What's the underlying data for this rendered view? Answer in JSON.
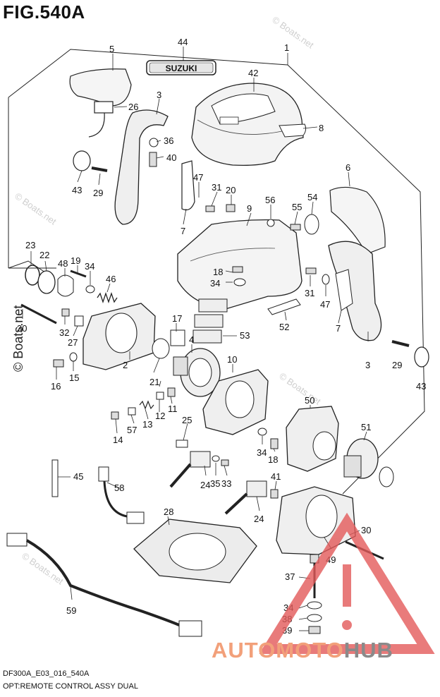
{
  "figure": {
    "title": "FIG.540A"
  },
  "footer": {
    "code": "DF300A_E03_016_540A",
    "title": "OPT:REMOTE CONTROL ASSY DUAL"
  },
  "watermark": {
    "text": "© Boats.net"
  },
  "brand_badge": "SUZUKI",
  "logo": {
    "part1": "AUTOMOTO",
    "part2": "HUB"
  },
  "callouts": [
    {
      "id": "1",
      "label": "1"
    },
    {
      "id": "2",
      "label": "2"
    },
    {
      "id": "3a",
      "label": "3"
    },
    {
      "id": "3b",
      "label": "3"
    },
    {
      "id": "4",
      "label": "4"
    },
    {
      "id": "5",
      "label": "5"
    },
    {
      "id": "6",
      "label": "6"
    },
    {
      "id": "7a",
      "label": "7"
    },
    {
      "id": "7b",
      "label": "7"
    },
    {
      "id": "8",
      "label": "8"
    },
    {
      "id": "9",
      "label": "9"
    },
    {
      "id": "10",
      "label": "10"
    },
    {
      "id": "11",
      "label": "11"
    },
    {
      "id": "12",
      "label": "12"
    },
    {
      "id": "13",
      "label": "13"
    },
    {
      "id": "14",
      "label": "14"
    },
    {
      "id": "15",
      "label": "15"
    },
    {
      "id": "16",
      "label": "16"
    },
    {
      "id": "17",
      "label": "17"
    },
    {
      "id": "18a",
      "label": "18"
    },
    {
      "id": "18b",
      "label": "18"
    },
    {
      "id": "19",
      "label": "19"
    },
    {
      "id": "20",
      "label": "20"
    },
    {
      "id": "21",
      "label": "21"
    },
    {
      "id": "22",
      "label": "22"
    },
    {
      "id": "23",
      "label": "23"
    },
    {
      "id": "24a",
      "label": "24"
    },
    {
      "id": "24b",
      "label": "24"
    },
    {
      "id": "25",
      "label": "25"
    },
    {
      "id": "26",
      "label": "26"
    },
    {
      "id": "27",
      "label": "27"
    },
    {
      "id": "28",
      "label": "28"
    },
    {
      "id": "29a",
      "label": "29"
    },
    {
      "id": "29b",
      "label": "29"
    },
    {
      "id": "30a",
      "label": "30"
    },
    {
      "id": "30b",
      "label": "30"
    },
    {
      "id": "31a",
      "label": "31"
    },
    {
      "id": "31b",
      "label": "31"
    },
    {
      "id": "32",
      "label": "32"
    },
    {
      "id": "33",
      "label": "33"
    },
    {
      "id": "34a",
      "label": "34"
    },
    {
      "id": "34b",
      "label": "34"
    },
    {
      "id": "34c",
      "label": "34"
    },
    {
      "id": "34d",
      "label": "34"
    },
    {
      "id": "35",
      "label": "35"
    },
    {
      "id": "36",
      "label": "36"
    },
    {
      "id": "37",
      "label": "37"
    },
    {
      "id": "38",
      "label": "38"
    },
    {
      "id": "39",
      "label": "39"
    },
    {
      "id": "40",
      "label": "40"
    },
    {
      "id": "41",
      "label": "41"
    },
    {
      "id": "42",
      "label": "42"
    },
    {
      "id": "43a",
      "label": "43"
    },
    {
      "id": "43b",
      "label": "43"
    },
    {
      "id": "44",
      "label": "44"
    },
    {
      "id": "45",
      "label": "45"
    },
    {
      "id": "46",
      "label": "46"
    },
    {
      "id": "47a",
      "label": "47"
    },
    {
      "id": "47b",
      "label": "47"
    },
    {
      "id": "48",
      "label": "48"
    },
    {
      "id": "49",
      "label": "49"
    },
    {
      "id": "50",
      "label": "50"
    },
    {
      "id": "51",
      "label": "51"
    },
    {
      "id": "52",
      "label": "52"
    },
    {
      "id": "53",
      "label": "53"
    },
    {
      "id": "54",
      "label": "54"
    },
    {
      "id": "55",
      "label": "55"
    },
    {
      "id": "56",
      "label": "56"
    },
    {
      "id": "57",
      "label": "57"
    },
    {
      "id": "58",
      "label": "58"
    },
    {
      "id": "59",
      "label": "59"
    }
  ]
}
